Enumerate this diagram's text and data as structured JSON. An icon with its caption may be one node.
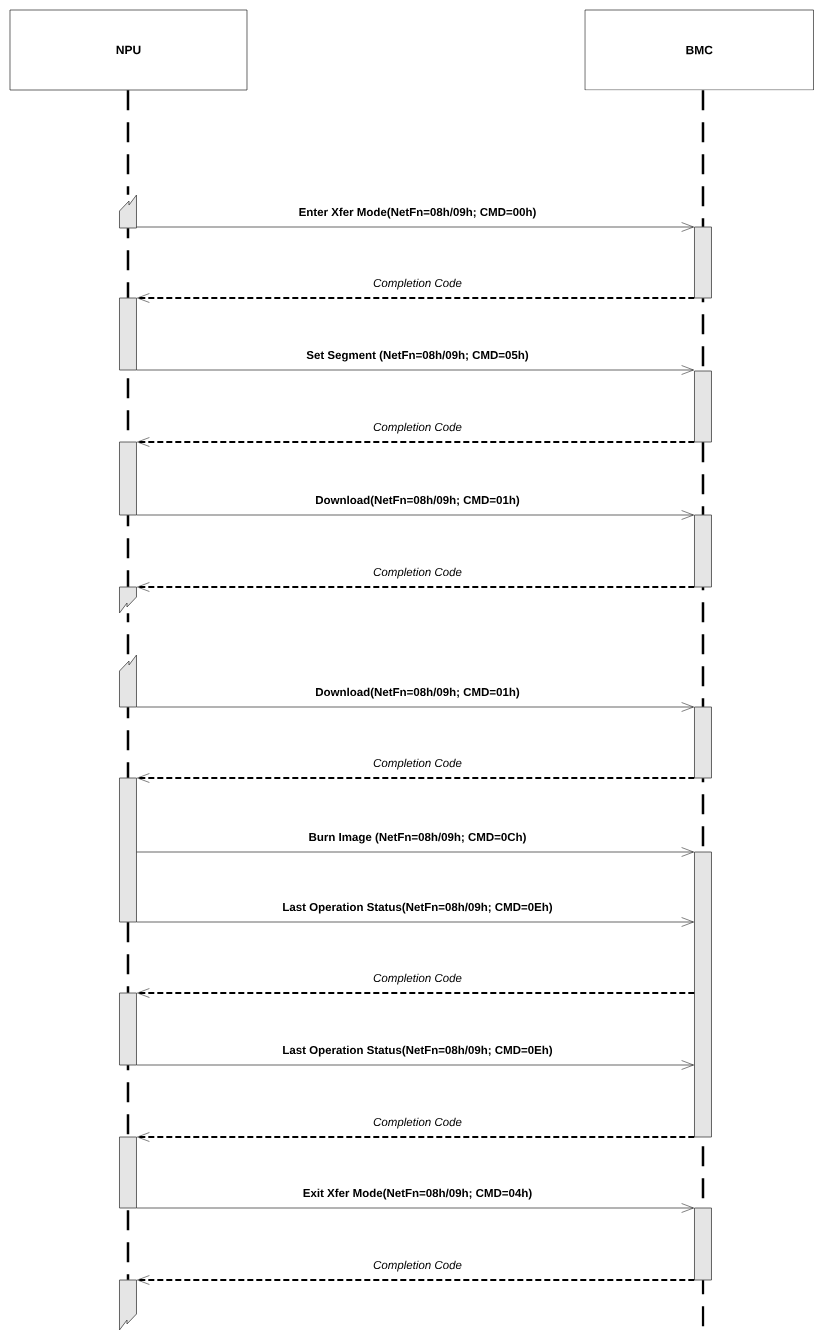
{
  "diagram": {
    "nodes": [
      {
        "text": [
          "NPU"
        ]
      },
      {
        "text": [
          "BMC"
        ]
      },
      {
        "text": [],
        "shape": "bar"
      },
      {
        "text": [],
        "shape": "bar"
      },
      {
        "text": [],
        "shape": "bar"
      },
      {
        "text": [],
        "shape": "bar"
      },
      {
        "text": [],
        "shape": "bar"
      },
      {
        "text": [],
        "shape": "bar"
      },
      {
        "text": [],
        "shape": "bar"
      },
      {
        "text": [],
        "shape": "bar"
      },
      {
        "text": [],
        "shape": "bar"
      },
      {
        "text": [],
        "shape": "bar"
      },
      {
        "text": [],
        "shape": "bar"
      },
      {
        "text": [],
        "shape": "bar"
      },
      {
        "text": [],
        "shape": "bar"
      },
      {
        "text": [],
        "shape": "bar"
      },
      {
        "text": [],
        "shape": "bar"
      }
    ],
    "edges": [
      {
        "from": 2,
        "to": 3,
        "arrow": "to",
        "label": "Enter Xfer Mode(NetFn=08h/09h; CMD=00h)"
      },
      {
        "from": 3,
        "to": 4,
        "arrow": "to",
        "style": "dashed",
        "label": "Completion Code"
      },
      {
        "from": 4,
        "to": 5,
        "arrow": "to",
        "label": "Set Segment (NetFn=08h/09h; CMD=05h)"
      },
      {
        "from": 5,
        "to": 6,
        "arrow": "to",
        "style": "dashed",
        "label": "Completion Code"
      },
      {
        "from": 6,
        "to": 7,
        "arrow": "to",
        "label": "Download(NetFn=08h/09h; CMD=01h)"
      },
      {
        "from": 7,
        "to": 8,
        "arrow": "to",
        "style": "dashed",
        "label": "Completion Code"
      },
      {
        "from": 9,
        "to": 10,
        "arrow": "to",
        "label": "Download(NetFn=08h/09h; CMD=01h)"
      },
      {
        "from": 10,
        "to": 11,
        "arrow": "to",
        "style": "dashed",
        "label": "Completion Code"
      },
      {
        "from": 11,
        "to": 12,
        "arrow": "to",
        "label": "Burn Image (NetFn=08h/09h; CMD=0Ch)"
      },
      {
        "from": 11,
        "to": 12,
        "arrow": "to",
        "label": "Last Operation Status(NetFn=08h/09h; CMD=0Eh)"
      },
      {
        "from": 12,
        "to": 13,
        "arrow": "to",
        "style": "dashed",
        "label": "Completion Code"
      },
      {
        "from": 13,
        "to": 12,
        "arrow": "to",
        "label": "Last Operation Status(NetFn=08h/09h; CMD=0Eh)"
      },
      {
        "from": 12,
        "to": 14,
        "arrow": "to",
        "style": "dashed",
        "label": "Completion Code"
      },
      {
        "from": 14,
        "to": 15,
        "arrow": "to",
        "label": "Exit Xfer Mode(NetFn=08h/09h; CMD=04h)"
      },
      {
        "from": 15,
        "to": 16,
        "arrow": "to",
        "style": "dashed",
        "label": "Completion Code"
      },
      {
        "from": 0,
        "to": 2,
        "arrow": "none",
        "style": "dashed"
      },
      {
        "from": 2,
        "to": 4,
        "arrow": "none",
        "style": "dashed"
      },
      {
        "from": 4,
        "to": 6,
        "arrow": "none",
        "style": "dashed"
      },
      {
        "from": 6,
        "to": 8,
        "arrow": "none",
        "style": "dashed"
      },
      {
        "from": 8,
        "to": 9,
        "arrow": "none",
        "style": "dashed"
      },
      {
        "from": 9,
        "to": 11,
        "arrow": "none",
        "style": "dashed"
      },
      {
        "from": 11,
        "to": 13,
        "arrow": "none",
        "style": "dashed"
      },
      {
        "from": 13,
        "to": 14,
        "arrow": "none",
        "style": "dashed"
      },
      {
        "from": 14,
        "to": 16,
        "arrow": "none",
        "style": "dashed"
      },
      {
        "from": 1,
        "to": 3,
        "arrow": "none",
        "style": "dashed"
      },
      {
        "from": 3,
        "to": 5,
        "arrow": "none",
        "style": "dashed"
      },
      {
        "from": 5,
        "to": 7,
        "arrow": "none",
        "style": "dashed"
      },
      {
        "from": 7,
        "to": 10,
        "arrow": "none",
        "style": "dashed"
      },
      {
        "from": 10,
        "to": 12,
        "arrow": "none",
        "style": "dashed"
      },
      {
        "from": 12,
        "to": 15,
        "arrow": "none",
        "style": "dashed"
      },
      {
        "from": 15,
        "to": null,
        "arrow": "none",
        "style": "dashed"
      }
    ]
  }
}
